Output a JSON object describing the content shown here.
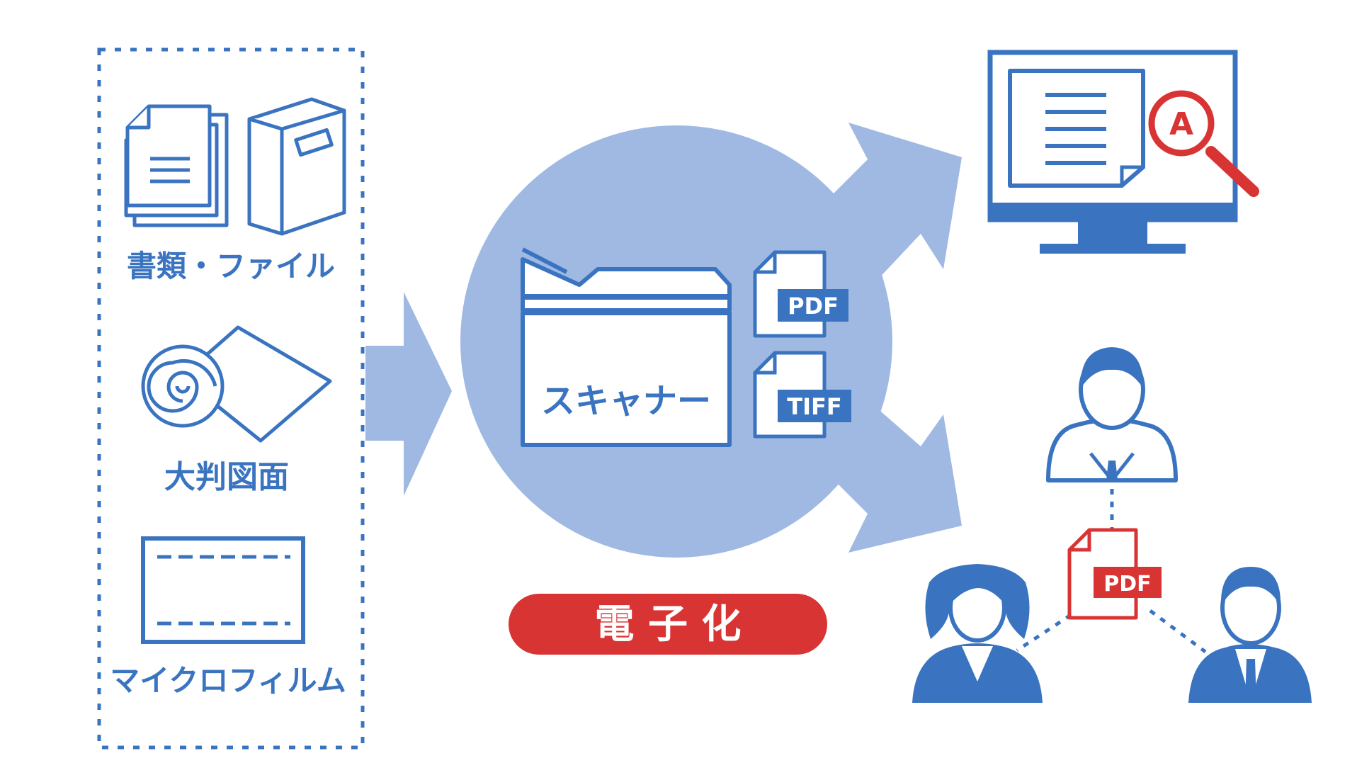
{
  "colors": {
    "primary": "#3a74c0",
    "light": "#9fb9e2",
    "accent": "#d93434",
    "background": "#ffffff"
  },
  "sources": {
    "documents_label": "書類・ファイル",
    "large_drawing_label": "大判図面",
    "microfilm_label": "マイクロフィルム"
  },
  "scanner": {
    "label": "スキャナー",
    "output_formats": [
      "PDF",
      "TIFF"
    ]
  },
  "process_badge": "電 子 化",
  "outputs": {
    "search_icon_letter": "A",
    "shared_file_format": "PDF"
  },
  "icons": [
    "documents-icon",
    "binder-icon",
    "rolled-drawing-icon",
    "microfilm-icon",
    "scanner-icon",
    "pdf-file-icon",
    "tiff-file-icon",
    "monitor-icon",
    "magnifier-search-icon",
    "person-icon",
    "woman-icon",
    "man-icon"
  ]
}
